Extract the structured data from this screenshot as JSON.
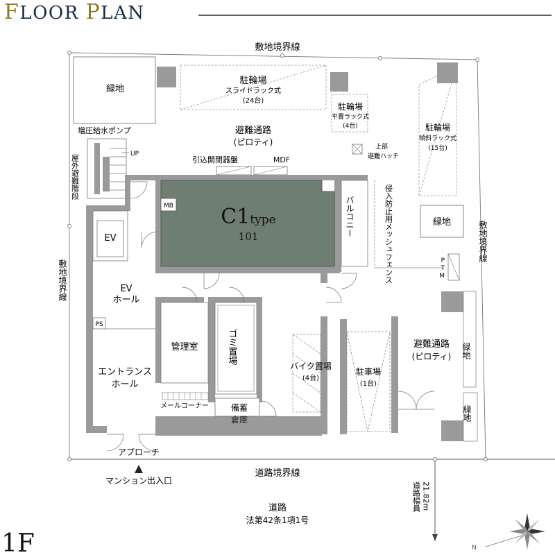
{
  "header": {
    "title_f": "F",
    "title_loor": "LOOR ",
    "title_p": "P",
    "title_lan": "LAN",
    "title_color": "#1a2a44",
    "accent_color": "#8a7a2a"
  },
  "floor_label": "1F",
  "colors": {
    "wall": "#9a9a9a",
    "unit_fill": "#6f7e72",
    "line": "#666666"
  },
  "labels": {
    "site_boundary_top": "敷地境界線",
    "site_boundary_left": "敷地境界線",
    "site_boundary_right": "敷地境界線",
    "road_boundary": "道路境界線",
    "greenery_tl": "緑地",
    "greenery_right": "緑地",
    "greenery_r1": "緑地",
    "greenery_r2": "緑地",
    "bike_slide_title": "駐輪場",
    "bike_slide_type": "スライドラック式",
    "bike_slide_count": "(24台)",
    "bike_flat_title": "駐輪場",
    "bike_flat_type": "平置ラック式",
    "bike_flat_count": "(4台)",
    "bike_tilt_title": "駐輪場",
    "bike_tilt_type": "傾斜ラック式",
    "bike_tilt_count": "(15台)",
    "pump": "増圧給水ポンプ",
    "evac_top": "避難通路",
    "evac_top_sub": "(ピロティ)",
    "evac_right": "避難通路",
    "evac_right_sub": "(ピロティ)",
    "up": "UP",
    "outdoor_stairs": "屋外避難階段",
    "switchboard": "引込開閉器盤",
    "mdf": "MDF",
    "hatch_1": "上部",
    "hatch_2": "避難ハッチ",
    "fence": "侵入防止用メッシュフェンス",
    "unit_type_main": "C1",
    "unit_type_sub": "type",
    "unit_number": "101",
    "mb": "MB",
    "balcony": "バルコニー",
    "ev": "EV",
    "ev_hall_1": "EV",
    "ev_hall_2": "ホール",
    "ps": "PS",
    "ptm": [
      "P",
      "T",
      "M"
    ],
    "office": "管理室",
    "garbage": "ゴミ置場",
    "entrance_1": "エントランス",
    "entrance_2": "ホール",
    "mail": "メールコーナー",
    "storage_1": "備蓄",
    "storage_2": "倉庫",
    "motorbike": "バイク置場",
    "motorbike_count": "(4台)",
    "parking": "駐車場",
    "parking_count": "(1台)",
    "approach": "アプローチ",
    "mansion_entrance": "マンション出入口",
    "road": "道路",
    "road_law": "法第42条1項1号",
    "road_width_1": "道路幅員",
    "road_width_2": "21.82m",
    "north": "N"
  }
}
